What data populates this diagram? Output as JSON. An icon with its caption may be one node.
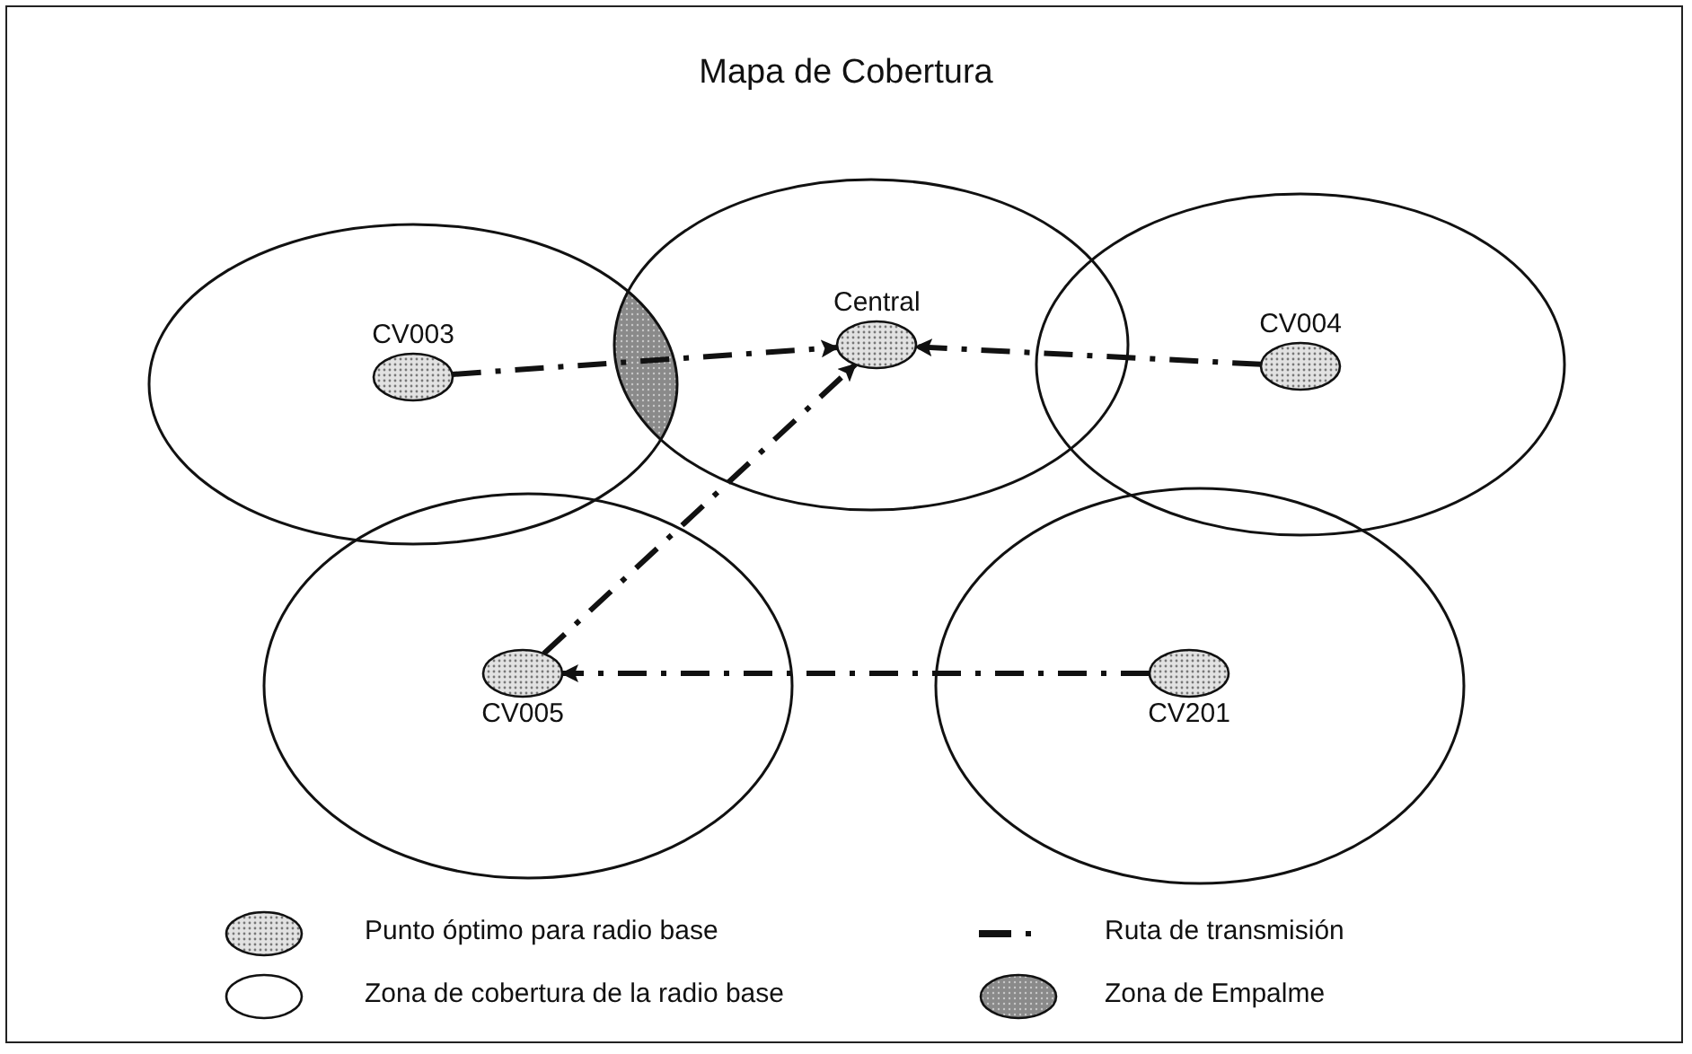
{
  "diagram": {
    "title": "Mapa de Cobertura",
    "nodes": [
      {
        "text": [
          "CV003"
        ]
      },
      {
        "text": [
          "Central"
        ]
      },
      {
        "text": [
          "CV004"
        ]
      },
      {
        "text": [
          "CV005"
        ]
      },
      {
        "text": [
          "CV201"
        ]
      }
    ],
    "edges": [
      {
        "from": 0,
        "to": 1,
        "arrow": "to",
        "style": "dashed"
      },
      {
        "from": 2,
        "to": 1,
        "arrow": "to",
        "style": "dashed"
      },
      {
        "from": 3,
        "to": 1,
        "arrow": "to",
        "style": "dashed"
      },
      {
        "from": 4,
        "to": 3,
        "arrow": "to",
        "style": "dashed"
      }
    ],
    "legend": [
      {
        "text": "Punto óptimo para radio base"
      },
      {
        "text": "Ruta de transmisión"
      },
      {
        "text": "Zona de cobertura de la radio base"
      },
      {
        "text": "Zona de Empalme"
      }
    ]
  }
}
